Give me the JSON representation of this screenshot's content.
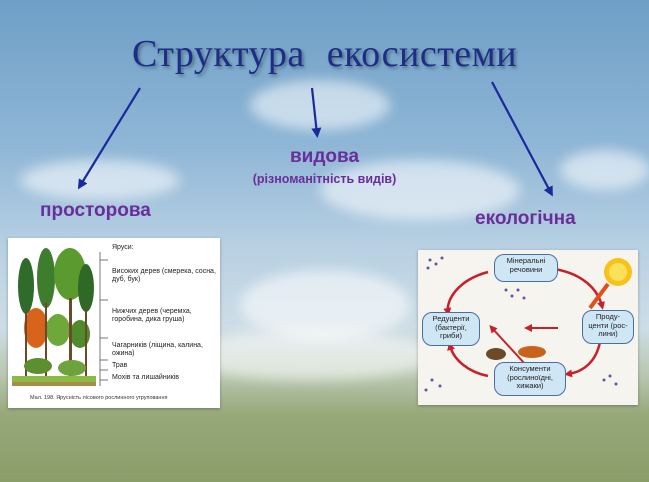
{
  "title": "Структура   екосистеми",
  "labels": {
    "spatial": "просторова",
    "species": "видова",
    "species_note": "(різноманітність видів)",
    "ecological": "екологічна"
  },
  "forest_image": {
    "tiers_heading": "Яруси:",
    "tiers": [
      "Високих дерев (смерека, сосна, дуб, бук)",
      "Нижчих дерев (черемха, горобина, дика груша)",
      "Чагарників (ліщина, калина, ожина)",
      "Трав",
      "Мохів та лишайників"
    ],
    "caption": "Мал. 198. Ярусність лісового рослинного угруповання"
  },
  "cycle_image": {
    "minerals": "Мінеральні речовини",
    "producers": "Проду-центи (рос-лини)",
    "consumers": "Консументи (рослиноїдні, хижаки)",
    "decomposers": "Редуценти (бактерії, гриби)"
  },
  "colors": {
    "title": "#1e2e86",
    "label": "#6a2e9a",
    "arrow": "#1a2a9a"
  }
}
